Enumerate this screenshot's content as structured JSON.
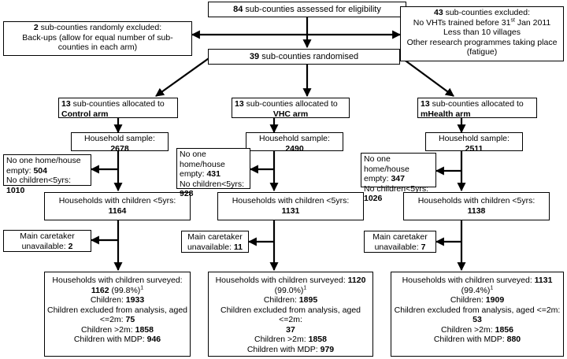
{
  "top": {
    "count": "84",
    "text": " sub-counties assessed for eligibility"
  },
  "excl_left": {
    "count": "2",
    "text": " sub-counties randomly excluded:",
    "line2": "Back-ups (allow for equal number of sub-",
    "line3": "counties in each arm)"
  },
  "excl_right": {
    "count": "43",
    "text": " sub-counties excluded:",
    "line2a": "No VHTs trained before 31",
    "line2sup": "st",
    "line2b": " Jan 2011",
    "line3": "Less than 10 villages",
    "line4": "Other research programmes taking place",
    "line5": "(fatigue)"
  },
  "randomised": {
    "count": "39",
    "text": " sub-counties randomised"
  },
  "arms": [
    {
      "alloc_count": "13",
      "alloc_text": " sub-counties allocated to",
      "alloc_arm": "Control arm",
      "hh_label": "Household sample:",
      "hh_value": "2678",
      "ex1_l1": "No one home/house",
      "ex1_l2": "empty: ",
      "ex1_v1": "504",
      "ex1_l3": "No children<5yrs: ",
      "ex1_v2": "1010",
      "kids_label": "Households with children <5yrs:",
      "kids_value": "1164",
      "ex2_l1": "Main caretaker",
      "ex2_l2": "unavailable: ",
      "ex2_v": "2",
      "s_label": "Households with children surveyed:",
      "s_value": "1162",
      "s_pct": " (99.8%)",
      "s_sup": "1",
      "s_children_label": "Children: ",
      "s_children": "1933",
      "s_excl_label": "Children excluded from analysis, aged",
      "s_excl_label2": "<=2m: ",
      "s_excl": "75",
      "s_gt2_label": "Children >2m: ",
      "s_gt2": "1858",
      "s_mdp_label": "Children with MDP: ",
      "s_mdp": "946"
    },
    {
      "alloc_count": "13",
      "alloc_text": " sub-counties allocated to",
      "alloc_arm": "VHC arm",
      "hh_label": "Household sample:",
      "hh_value": "2490",
      "ex1_l1": "No one home/house",
      "ex1_l2": "empty: ",
      "ex1_v1": "431",
      "ex1_l3": "No children<5yrs: ",
      "ex1_v2": "928",
      "kids_label": "Households with children <5yrs:",
      "kids_value": "1131",
      "ex2_l1": "Main caretaker",
      "ex2_l2": "unavailable: ",
      "ex2_v": "11",
      "s_label": "Households with children surveyed: ",
      "s_value": "1120",
      "s_pct": "(99.0%)",
      "s_sup": "1",
      "s_children_label": "Children: ",
      "s_children": "1895",
      "s_excl_label": "Children excluded from analysis, aged <=2m:",
      "s_excl_label2": "",
      "s_excl": "37",
      "s_gt2_label": "Children >2m: ",
      "s_gt2": "1858",
      "s_mdp_label": "Children with MDP: ",
      "s_mdp": "979"
    },
    {
      "alloc_count": "13",
      "alloc_text": " sub-counties allocated to",
      "alloc_arm": "mHealth arm",
      "hh_label": "Household sample:",
      "hh_value": "2511",
      "ex1_l1": "No one home/house",
      "ex1_l2": "empty: ",
      "ex1_v1": "347",
      "ex1_l3": "No children<5yrs: ",
      "ex1_v2": "1026",
      "kids_label": "Households with children <5yrs:",
      "kids_value": "1138",
      "ex2_l1": "Main caretaker",
      "ex2_l2": "unavailable: ",
      "ex2_v": "7",
      "s_label": "Households with children surveyed: ",
      "s_value": "1131",
      "s_pct": "(99.4%)",
      "s_sup": "1",
      "s_children_label": "Children: ",
      "s_children": "1909",
      "s_excl_label": "Children excluded from analysis, aged <=2m:",
      "s_excl_label2": "",
      "s_excl": "53",
      "s_gt2_label": "Children >2m: ",
      "s_gt2": "1856",
      "s_mdp_label": "Children with MDP: ",
      "s_mdp": "880"
    }
  ]
}
